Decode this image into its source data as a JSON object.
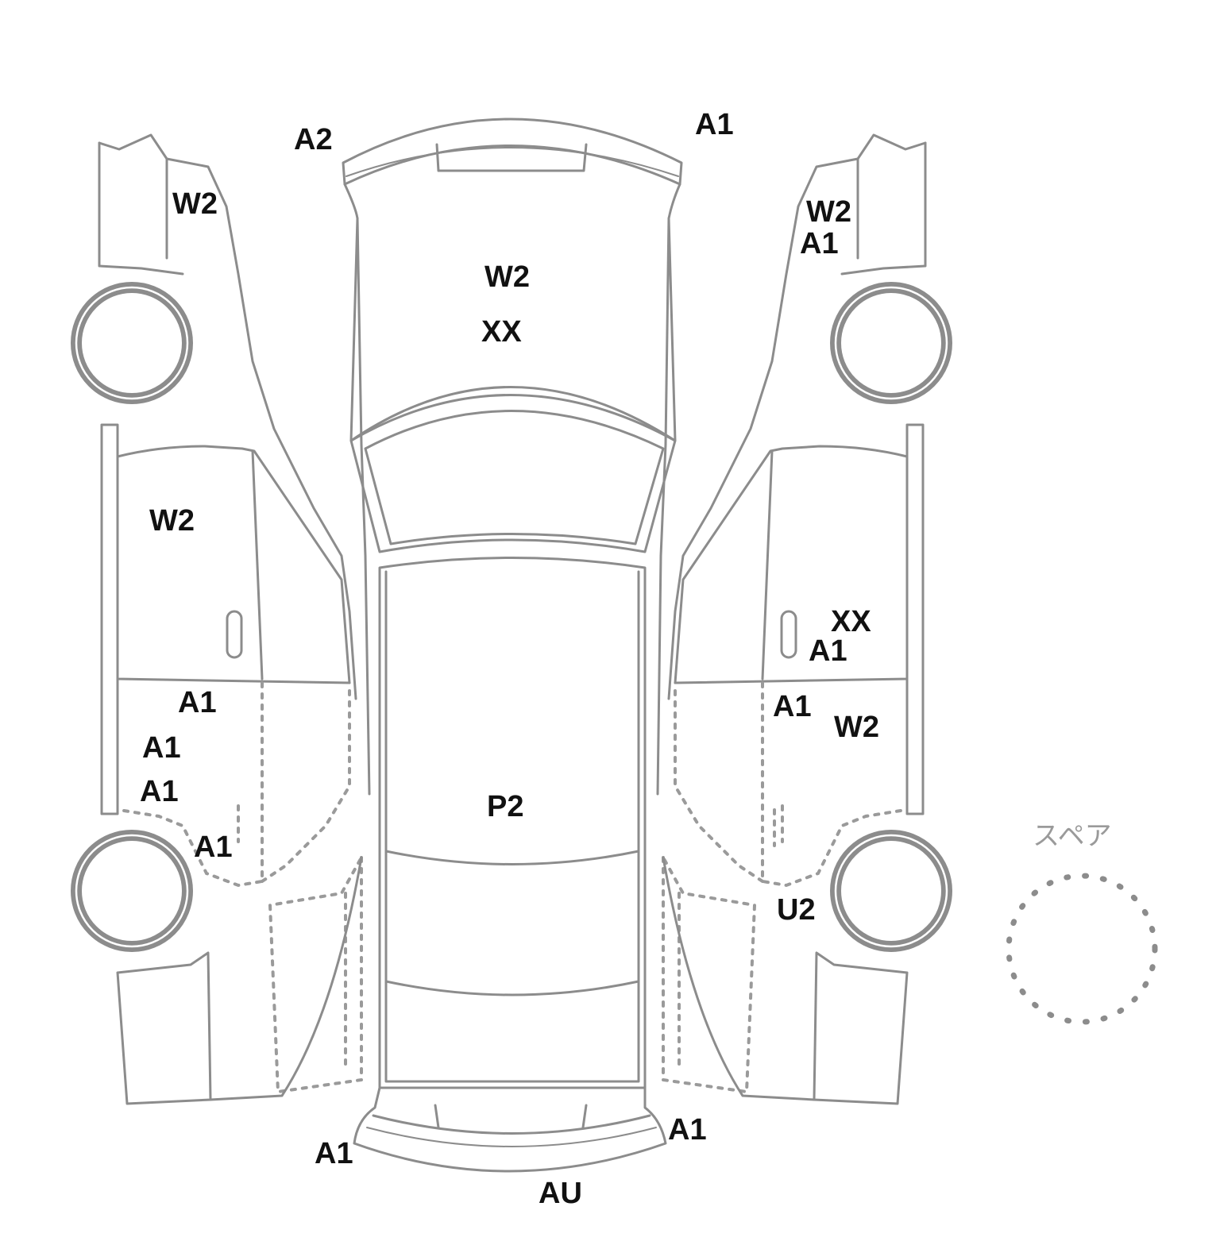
{
  "colors": {
    "outline": "#8c8c8c",
    "mark_text": "#111111",
    "spare_text": "#9a9a9a",
    "background": "#ffffff"
  },
  "spare_label": "スペア",
  "marks": {
    "left_front_fender": "W2",
    "left_front_door": "W2",
    "left_rear_door_1": "A1",
    "left_rear_door_2": "A1",
    "left_rear_door_3": "A1",
    "left_rear_fender": "A1",
    "front_bumper_left": "A2",
    "front_bumper_right": "A1",
    "hood_1": "W2",
    "hood_2": "XX",
    "roof": "P2",
    "rear_bumper_left": "A1",
    "rear_bumper_right": "A1",
    "rear_bumper_center": "AU",
    "right_front_fender_1": "W2",
    "right_front_fender_2": "A1",
    "right_front_door_1": "XX",
    "right_front_door_2": "A1",
    "right_rear_door_1": "A1",
    "right_rear_door_2": "W2",
    "right_rear_wheel": "U2"
  }
}
